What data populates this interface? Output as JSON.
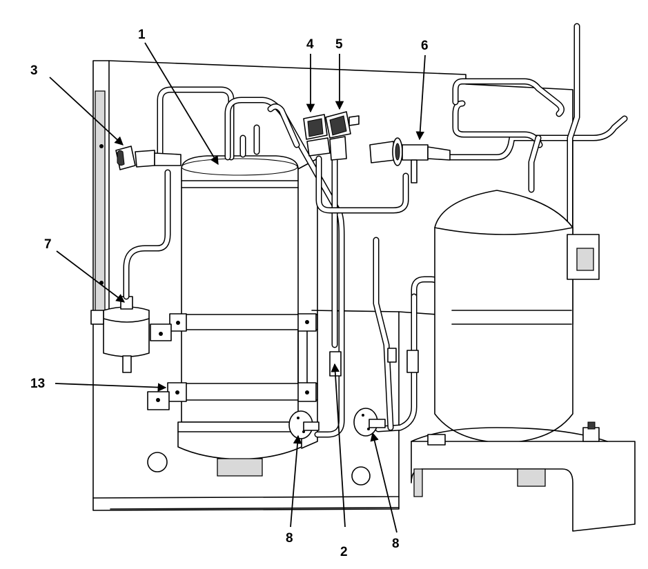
{
  "callouts": [
    {
      "id": "1",
      "label": "1"
    },
    {
      "id": "2",
      "label": "2"
    },
    {
      "id": "3",
      "label": "3"
    },
    {
      "id": "4",
      "label": "4"
    },
    {
      "id": "5",
      "label": "5"
    },
    {
      "id": "6",
      "label": "6"
    },
    {
      "id": "7",
      "label": "7"
    },
    {
      "id": "8a",
      "label": "8"
    },
    {
      "id": "8b",
      "label": "8"
    },
    {
      "id": "13",
      "label": "13"
    }
  ]
}
